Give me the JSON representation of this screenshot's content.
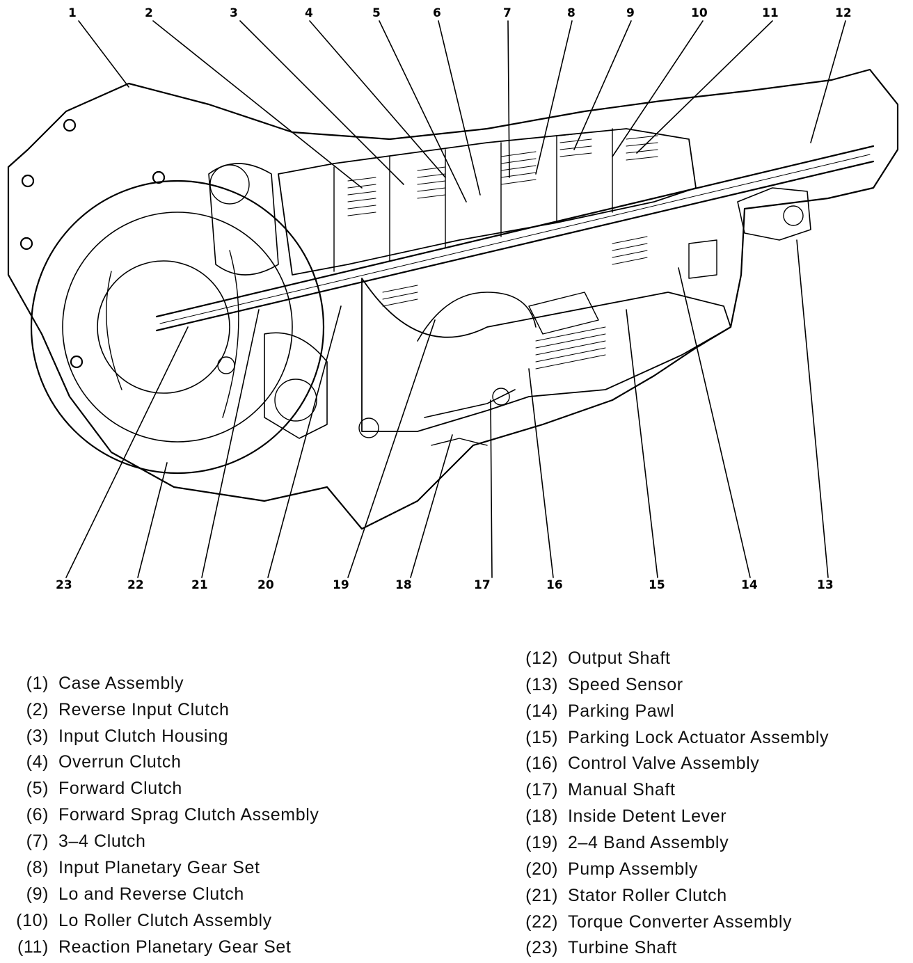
{
  "callouts": {
    "c1": "1",
    "c2": "2",
    "c3": "3",
    "c4": "4",
    "c5": "5",
    "c6": "6",
    "c7": "7",
    "c8": "8",
    "c9": "9",
    "c10": "10",
    "c11": "11",
    "c12": "12",
    "c13": "13",
    "c14": "14",
    "c15": "15",
    "c16": "16",
    "c17": "17",
    "c18": "18",
    "c19": "19",
    "c20": "20",
    "c21": "21",
    "c22": "22",
    "c23": "23"
  },
  "legend": {
    "left": [
      {
        "num": "(1)",
        "label": "Case Assembly"
      },
      {
        "num": "(2)",
        "label": "Reverse Input Clutch"
      },
      {
        "num": "(3)",
        "label": "Input Clutch Housing"
      },
      {
        "num": "(4)",
        "label": "Overrun Clutch"
      },
      {
        "num": "(5)",
        "label": "Forward Clutch"
      },
      {
        "num": "(6)",
        "label": "Forward Sprag Clutch Assembly"
      },
      {
        "num": "(7)",
        "label": "3–4 Clutch"
      },
      {
        "num": "(8)",
        "label": "Input Planetary Gear Set"
      },
      {
        "num": "(9)",
        "label": "Lo and Reverse Clutch"
      },
      {
        "num": "(10)",
        "label": "Lo Roller Clutch Assembly"
      },
      {
        "num": "(11)",
        "label": "Reaction Planetary Gear Set"
      }
    ],
    "right": [
      {
        "num": "(12)",
        "label": "Output Shaft"
      },
      {
        "num": "(13)",
        "label": "Speed Sensor"
      },
      {
        "num": "(14)",
        "label": "Parking Pawl"
      },
      {
        "num": "(15)",
        "label": "Parking Lock Actuator Assembly"
      },
      {
        "num": "(16)",
        "label": "Control Valve Assembly"
      },
      {
        "num": "(17)",
        "label": "Manual Shaft"
      },
      {
        "num": "(18)",
        "label": "Inside Detent Lever"
      },
      {
        "num": "(19)",
        "label": "2–4 Band Assembly"
      },
      {
        "num": "(20)",
        "label": "Pump Assembly"
      },
      {
        "num": "(21)",
        "label": "Stator Roller Clutch"
      },
      {
        "num": "(22)",
        "label": "Torque Converter Assembly"
      },
      {
        "num": "(23)",
        "label": "Turbine Shaft"
      }
    ]
  }
}
